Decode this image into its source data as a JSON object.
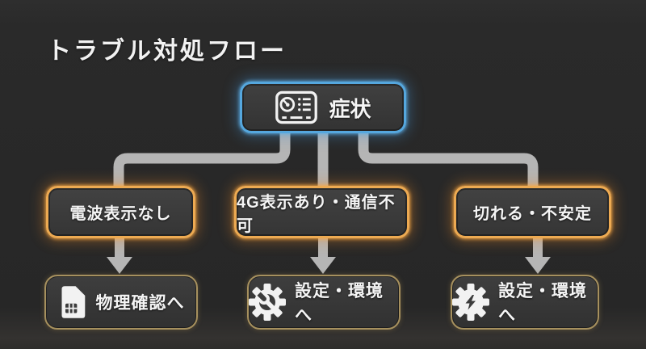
{
  "title": "トラブル対処フロー",
  "root_node": {
    "label": "症状",
    "icon": "network-device-gauge-icon",
    "accent_color": "#55a7de"
  },
  "branches": [
    {
      "condition": "電波表示なし",
      "action": "物理確認へ",
      "action_icon": "sim-card-icon"
    },
    {
      "condition": "4G表示あり・通信不可",
      "action": "設定・環境へ",
      "action_icon": "gear-wrench-icon"
    },
    {
      "condition": "切れる・不安定",
      "action": "設定・環境へ",
      "action_icon": "gear-lightning-icon"
    }
  ],
  "colors": {
    "background": "#282828",
    "root_border": "#55a7de",
    "condition_border": "#edaa52",
    "action_border": "#a6905e",
    "connector": "#b5b5b5",
    "text": "#f5f5f5"
  }
}
